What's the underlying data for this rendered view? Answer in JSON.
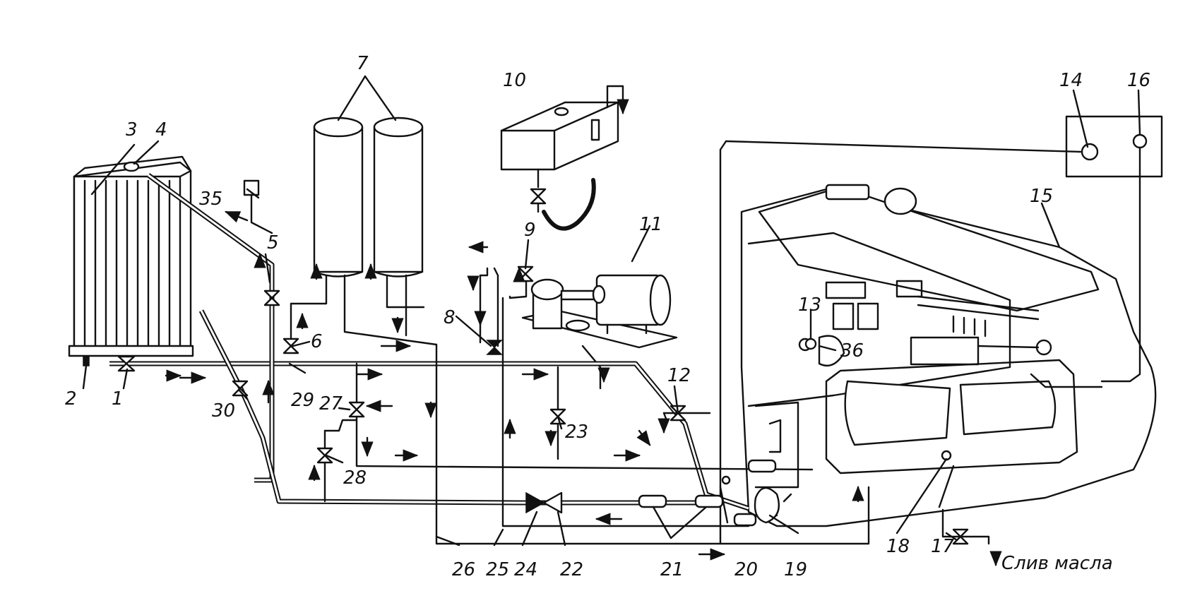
{
  "labels": {
    "n1": "1",
    "n2": "2",
    "n3": "3",
    "n4": "4",
    "n5": "5",
    "n6": "6",
    "n7": "7",
    "n8": "8",
    "n9": "9",
    "n10": "10",
    "n11": "11",
    "n12": "12",
    "n13": "13",
    "n14": "14",
    "n15": "15",
    "n16": "16",
    "n17": "17",
    "n18": "18",
    "n19": "19",
    "n20": "20",
    "n21": "21",
    "n22": "22",
    "n23": "23",
    "n24": "24",
    "n25": "25",
    "n26": "26",
    "n27": "27",
    "n28": "28",
    "n29": "29",
    "n30": "30",
    "n35": "35",
    "n36": "36"
  },
  "drain_caption": "Слив масла"
}
